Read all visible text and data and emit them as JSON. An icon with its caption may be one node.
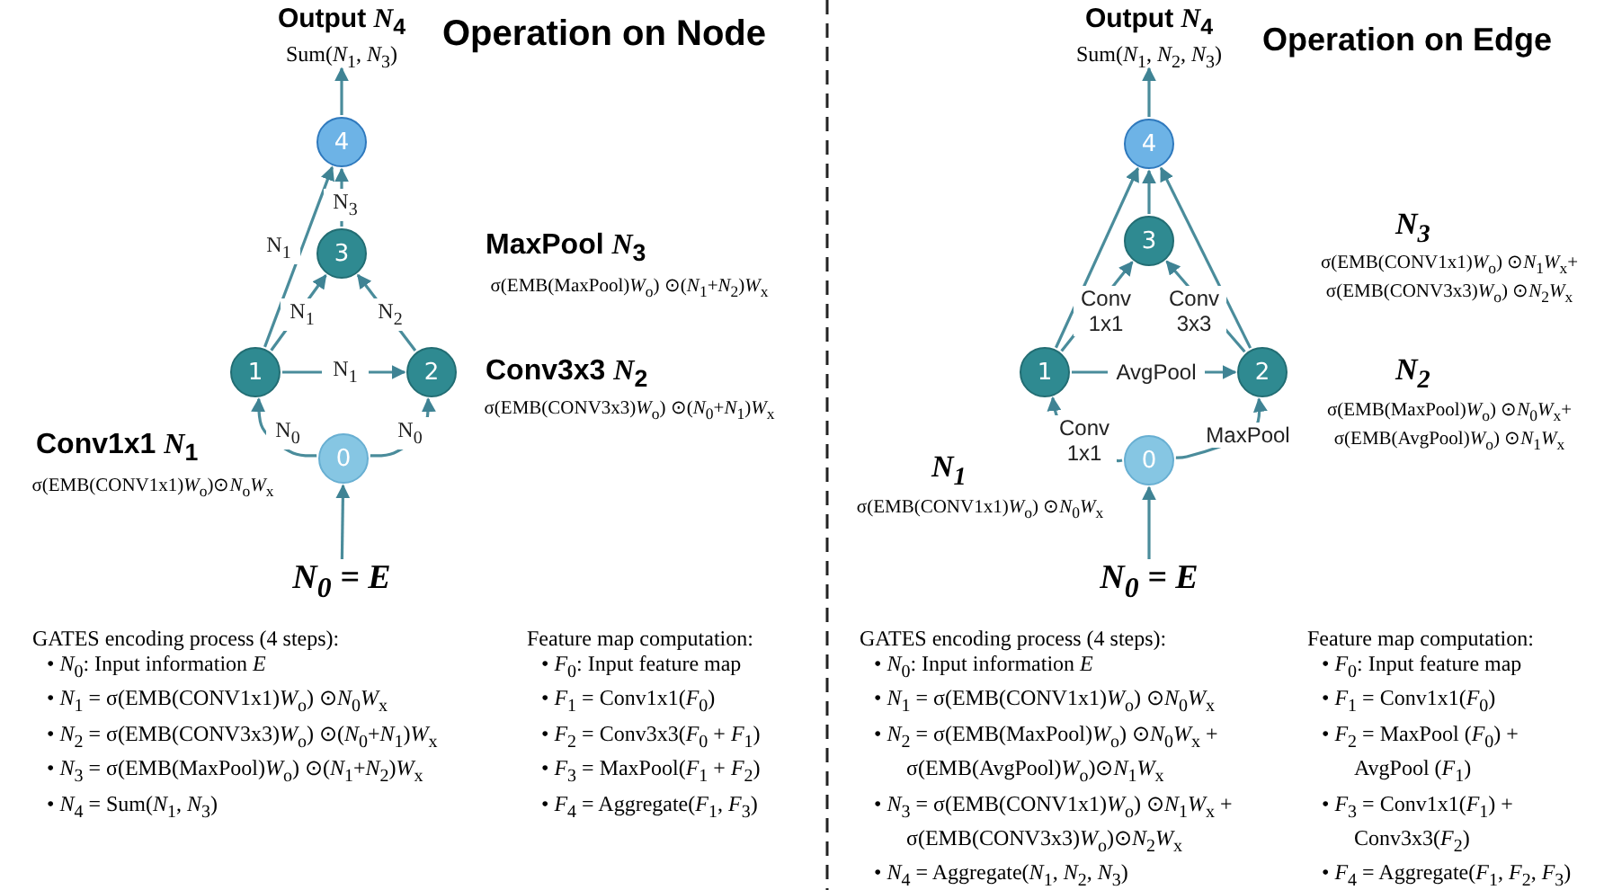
{
  "diagram": {
    "nodes": [
      {
        "text": [
          "Output *N*$_{4}$",
          "Sum(*N*$_{1}$, *N*$_{3}$)"
        ]
      },
      {
        "text": [
          "4"
        ]
      },
      {
        "text": [
          "3"
        ]
      },
      {
        "text": [
          "1"
        ]
      },
      {
        "text": [
          "2"
        ]
      },
      {
        "text": [
          "0"
        ]
      },
      {
        "text": [
          "N$_{0}$ = E"
        ]
      },
      {
        "text": [
          "Output *N*$_{4}$",
          "Sum(*N*$_{1}$, *N*$_{2}$, *N*$_{3}$)"
        ]
      },
      {
        "text": [
          "4"
        ]
      },
      {
        "text": [
          "3"
        ]
      },
      {
        "text": [
          "1"
        ]
      },
      {
        "text": [
          "2"
        ]
      },
      {
        "text": [
          "0"
        ]
      },
      {
        "text": [
          "N$_{0}$ = E"
        ]
      }
    ],
    "edges": [
      {
        "from": 6,
        "to": 5,
        "arrow": "to"
      },
      {
        "from": 5,
        "to": 3,
        "arrow": "to",
        "label": "N$_{0}$"
      },
      {
        "from": 5,
        "to": 4,
        "arrow": "to",
        "label": "N$_{0}$"
      },
      {
        "from": 3,
        "to": 4,
        "arrow": "to",
        "label": "N$_{1}$"
      },
      {
        "from": 3,
        "to": 2,
        "arrow": "to",
        "label": "N$_{1}$"
      },
      {
        "from": 4,
        "to": 2,
        "arrow": "to",
        "label": "N$_{2}$"
      },
      {
        "from": 3,
        "to": 1,
        "arrow": "to",
        "label": "N$_{1}$"
      },
      {
        "from": 2,
        "to": 1,
        "arrow": "to",
        "label": "N$_{3}$"
      },
      {
        "from": 1,
        "to": 0,
        "arrow": "to"
      },
      {
        "from": 13,
        "to": 12,
        "arrow": "to"
      },
      {
        "from": 12,
        "to": 10,
        "arrow": "to",
        "label": "Conv 1x1"
      },
      {
        "from": 12,
        "to": 11,
        "arrow": "to",
        "label": "MaxPool"
      },
      {
        "from": 10,
        "to": 11,
        "arrow": "to",
        "label": "AvgPool"
      },
      {
        "from": 10,
        "to": 9,
        "arrow": "to",
        "label": "Conv 1x1"
      },
      {
        "from": 11,
        "to": 9,
        "arrow": "to",
        "label": "Conv 3x3"
      },
      {
        "from": 10,
        "to": 8,
        "arrow": "to"
      },
      {
        "from": 9,
        "to": 8,
        "arrow": "to"
      },
      {
        "from": 11,
        "to": 8,
        "arrow": "to"
      },
      {
        "from": 8,
        "to": 7,
        "arrow": "to"
      }
    ],
    "labels": [
      "Operation on Node",
      "MaxPool *N*$_{3}$",
      "σ(EMB(MaxPool)*W*$_{o}$) ⊙(*N*$_{1}$+*N*$_{2}$)*W*$_{x}$",
      "Conv3x3 *N*$_{2}$",
      "σ(EMB(CONV3x3)*W*$_{o}$) ⊙(*N*$_{0}$+*N*$_{1}$)*W*$_{x}$",
      "Conv1x1 *N*$_{1}$",
      "σ(EMB(CONV1x1)*W*$_{o}$)⊙*N*$_{o}$*W*$_{x}$",
      "Operation on Edge",
      "N$_{3}$",
      "σ(EMB(CONV1x1)*W*$_{o}$) ⊙*N*$_{1}$*W*$_{x}$+ σ(EMB(CONV3x3)*W*$_{o}$) ⊙*N*$_{2}$*W*$_{x}$",
      "N$_{2}$",
      "σ(EMB(MaxPool)*W*$_{o}$) ⊙*N*$_{0}$*W*$_{x}$+ σ(EMB(AvgPool)*W*$_{o}$) ⊙*N*$_{1}$*W*$_{x}$",
      "N$_{1}$",
      "σ(EMB(CONV1x1)*W*$_{o}$) ⊙*N*$_{0}$*W*$_{x}$",
      "GATES encoding process (4 steps):",
      "• *N*$_{0}$: Input information *E*",
      "• *N*$_{1}$ = σ(EMB(CONV1x1)*W*$_{o}$) ⊙*N*$_{0}$*W*$_{x}$",
      "• *N*$_{2}$ = σ(EMB(CONV3x3)*W*$_{o}$) ⊙(*N*$_{0}$+*N*$_{1}$)*W*$_{x}$",
      "• *N*$_{3}$ = σ(EMB(MaxPool)*W*$_{o}$) ⊙(*N*$_{1}$+*N*$_{2}$)*W*$_{x}$",
      "• *N*$_{4}$ = Sum(*N*$_{1}$, *N*$_{3}$)",
      "Feature map computation:",
      "• *F*$_{0}$: Input feature map",
      "• *F*$_{1}$ = Conv1x1(*F*$_{0}$)",
      "• *F*$_{2}$ = Conv3x3(*F*$_{0}$ + *F*$_{1}$)",
      "• *F*$_{3}$ = MaxPool(*F*$_{1}$ + *F*$_{2}$)",
      "• *F*$_{4}$ = Aggregate(*F*$_{1}$, *F*$_{3}$)",
      "GATES encoding process (4 steps):",
      "• *N*$_{0}$: Input information *E*",
      "• *N*$_{1}$ = σ(EMB(CONV1x1)*W*$_{o}$) ⊙*N*$_{0}$*W*$_{x}$",
      "• *N*$_{2}$ = σ(EMB(MaxPool)*W*$_{o}$) ⊙*N*$_{0}$*W*$_{x}$ + σ(EMB(AvgPool)*W*$_{o}$)⊙*N*$_{1}$*W*$_{x}$",
      "• *N*$_{3}$ = σ(EMB(CONV1x1)*W*$_{o}$) ⊙*N*$_{1}$*W*$_{x}$ + σ(EMB(CONV3x3)*W*$_{o}$)⊙*N*$_{2}$*W*$_{x}$",
      "• *N*$_{4}$ = Aggregate(*N*$_{1}$, *N*$_{2}$, *N*$_{3}$)",
      "Feature map computation:",
      "• *F*$_{0}$: Input feature map",
      "• *F*$_{1}$ = Conv1x1(*F*$_{0}$)",
      "• *F*$_{2}$ = MaxPool (*F*$_{0}$) + AvgPool (*F*$_{1}$)",
      "• *F*$_{3}$ = Conv1x1(*F*$_{1}$) + Conv3x3(*F*$_{2}$)",
      "• *F*$_{4}$ = Aggregate(*F*$_{1}$, *F*$_{2}$, *F*$_{3}$)"
    ]
  }
}
